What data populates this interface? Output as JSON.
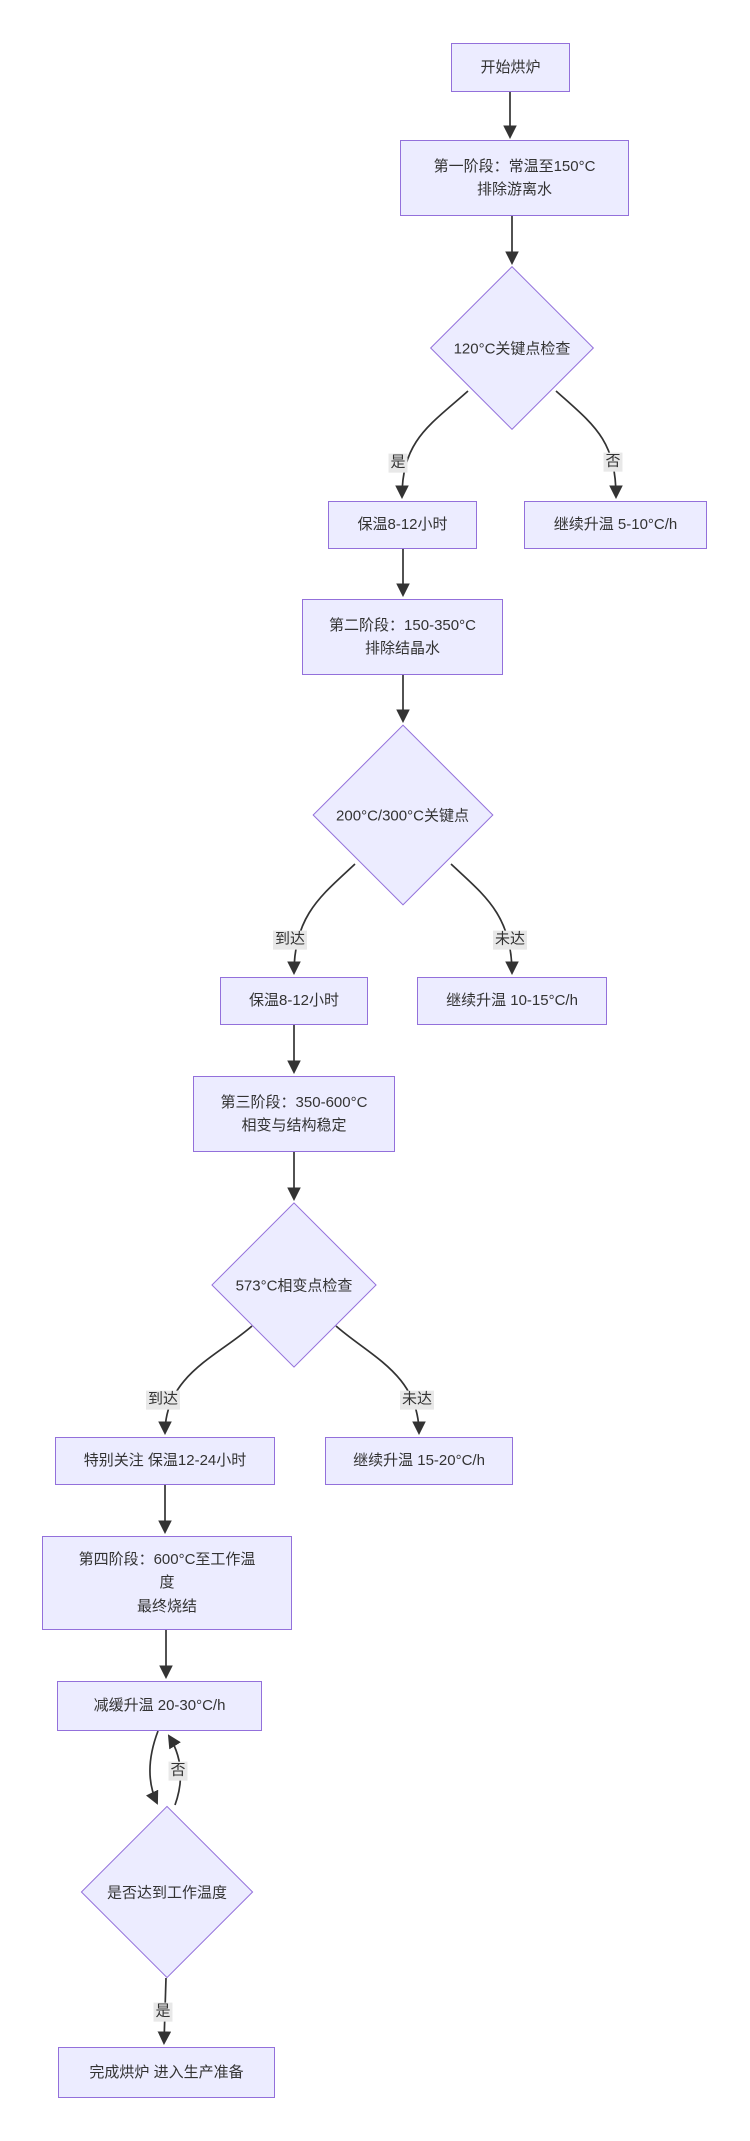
{
  "diagram": {
    "type": "flowchart",
    "direction": "top-down",
    "nodes": {
      "start": {
        "shape": "rect",
        "label": "开始烘炉"
      },
      "stage1": {
        "shape": "rect",
        "label": "第一阶段：常温至150°C\n排除游离水"
      },
      "check120": {
        "shape": "diamond",
        "label": "120°C关键点检查"
      },
      "hold1": {
        "shape": "rect",
        "label": "保温8-12小时"
      },
      "cont1": {
        "shape": "rect",
        "label": "继续升温 5-10°C/h"
      },
      "stage2": {
        "shape": "rect",
        "label": "第二阶段：150-350°C\n排除结晶水"
      },
      "check200": {
        "shape": "diamond",
        "label": "200°C/300°C关键点"
      },
      "hold2": {
        "shape": "rect",
        "label": "保温8-12小时"
      },
      "cont2": {
        "shape": "rect",
        "label": "继续升温 10-15°C/h"
      },
      "stage3": {
        "shape": "rect",
        "label": "第三阶段：350-600°C\n相变与结构稳定"
      },
      "check573": {
        "shape": "diamond",
        "label": "573°C相变点检查"
      },
      "hold3": {
        "shape": "rect",
        "label": "特别关注 保温12-24小时"
      },
      "cont3": {
        "shape": "rect",
        "label": "继续升温 15-20°C/h"
      },
      "stage4": {
        "shape": "rect",
        "label": "第四阶段：600°C至工作温\n度\n最终烧结"
      },
      "slow": {
        "shape": "rect",
        "label": "减缓升温 20-30°C/h"
      },
      "checkwork": {
        "shape": "diamond",
        "label": "是否达到工作温度"
      },
      "finish": {
        "shape": "rect",
        "label": "完成烘炉 进入生产准备"
      }
    },
    "edges": [
      {
        "from": "start",
        "to": "stage1",
        "label": ""
      },
      {
        "from": "stage1",
        "to": "check120",
        "label": ""
      },
      {
        "from": "check120",
        "to": "hold1",
        "label": "是"
      },
      {
        "from": "check120",
        "to": "cont1",
        "label": "否"
      },
      {
        "from": "hold1",
        "to": "stage2",
        "label": ""
      },
      {
        "from": "stage2",
        "to": "check200",
        "label": ""
      },
      {
        "from": "check200",
        "to": "hold2",
        "label": "到达"
      },
      {
        "from": "check200",
        "to": "cont2",
        "label": "未达"
      },
      {
        "from": "hold2",
        "to": "stage3",
        "label": ""
      },
      {
        "from": "stage3",
        "to": "check573",
        "label": ""
      },
      {
        "from": "check573",
        "to": "hold3",
        "label": "到达"
      },
      {
        "from": "check573",
        "to": "cont3",
        "label": "未达"
      },
      {
        "from": "hold3",
        "to": "stage4",
        "label": ""
      },
      {
        "from": "stage4",
        "to": "slow",
        "label": ""
      },
      {
        "from": "slow",
        "to": "checkwork",
        "label": ""
      },
      {
        "from": "checkwork",
        "to": "slow",
        "label": "否"
      },
      {
        "from": "checkwork",
        "to": "finish",
        "label": "是"
      }
    ],
    "colors": {
      "node_fill": "#ECECFF",
      "node_border": "#9370DB",
      "edge_line": "#333333",
      "edge_label_bg": "#e8e8e8",
      "text": "#333333",
      "background": "#ffffff"
    }
  }
}
